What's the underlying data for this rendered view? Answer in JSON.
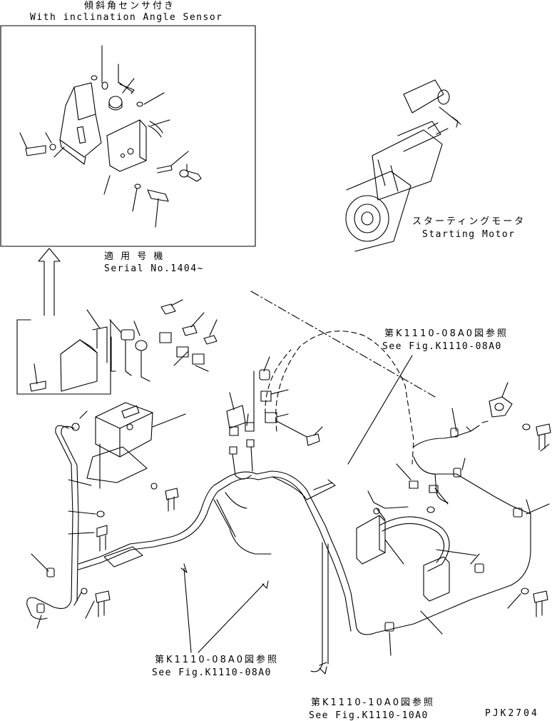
{
  "inset": {
    "title_jp": "傾斜角センサ付き",
    "title_en": "With inclination Angle Sensor"
  },
  "serial": {
    "label_jp": "適 用 号 機",
    "label_en": "Serial No.1404~"
  },
  "starting_motor": {
    "label_jp": "スターティングモータ",
    "label_en": "Starting Motor"
  },
  "references": [
    {
      "jp": "第K1110-08A0図参照",
      "en": "See Fig.K1110-08A0"
    },
    {
      "jp": "第K1110-08A0図参照",
      "en": "See Fig.K1110-08A0"
    },
    {
      "jp": "第K1110-10A0図参照",
      "en": "See Fig.K1110-10A0"
    }
  ],
  "drawing_code": "PJK2704"
}
